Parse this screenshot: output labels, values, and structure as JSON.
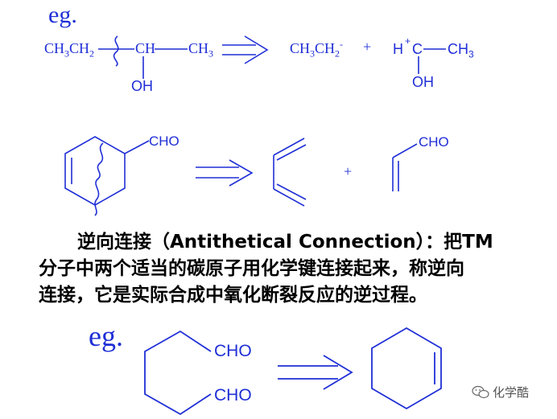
{
  "example1": {
    "eg_label": "eg.",
    "left_part1": "CH3CH2",
    "left_part2": "CH",
    "left_part3": "CH3",
    "left_oh": "OH",
    "product_anion": "CH3CH2",
    "plus": "+",
    "product_cation_h": "H",
    "product_cation_c": "C",
    "product_cation_ch3": "CH3",
    "product_oh": "OH"
  },
  "example2": {
    "cho_left": "CHO",
    "plus": "+",
    "cho_right": "CHO"
  },
  "paragraph": {
    "line1": "逆向连接（Antithetical Connection）：把TM",
    "line2": "分子中两个适当的碳原子用化学键连接起来，称逆向",
    "line3": "连接，它是实际合成中氧化断裂反应的逆过程。"
  },
  "example3": {
    "eg_label": "eg.",
    "cho_top": "CHO",
    "cho_bottom": "CHO"
  },
  "watermark": {
    "text": "化学酷",
    "icon": "wechat-icon"
  },
  "colors": {
    "accent_blue": "#1f2fd6",
    "text": "#000000"
  }
}
